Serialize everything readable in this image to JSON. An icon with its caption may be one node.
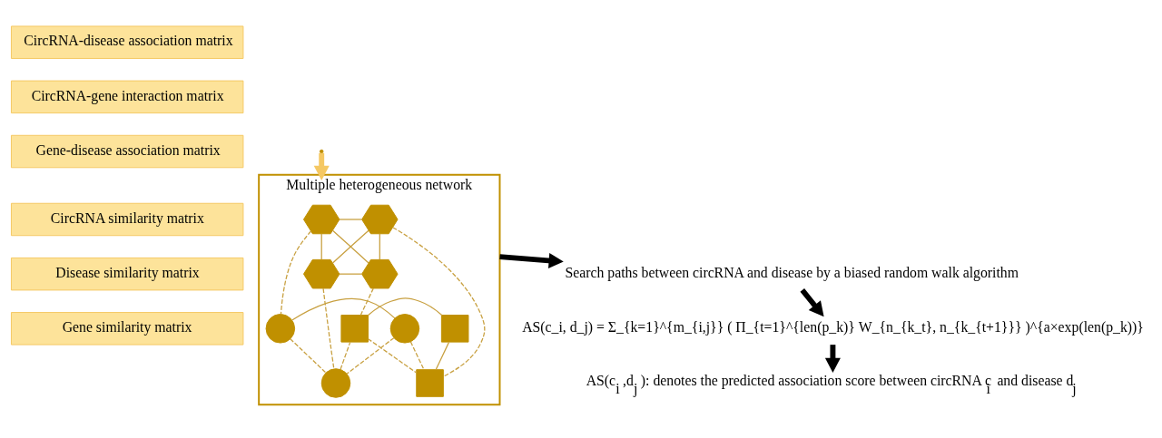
{
  "diagram": {
    "nodes": [
      {
        "text": [
          "CircRNA-disease association matrix"
        ]
      },
      {
        "text": [
          "CircRNA-gene interaction matrix"
        ]
      },
      {
        "text": [
          "Gene-disease association matrix"
        ]
      },
      {
        "text": [
          "CircRNA similarity matrix"
        ]
      },
      {
        "text": [
          "Disease similarity matrix"
        ]
      },
      {
        "text": [
          "Gene similarity matrix"
        ]
      },
      {
        "text": [
          "Multiple heterogeneous network"
        ]
      },
      {
        "text": [],
        "shape": "hexagon",
        "in": 6
      },
      {
        "text": [],
        "shape": "hexagon",
        "in": 6
      },
      {
        "text": [],
        "shape": "hexagon",
        "in": 6
      },
      {
        "text": [],
        "shape": "hexagon",
        "in": 6
      },
      {
        "text": [],
        "shape": "circle",
        "in": 6
      },
      {
        "text": [],
        "shape": "circle",
        "in": 6
      },
      {
        "text": [],
        "shape": "circle",
        "in": 6
      },
      {
        "text": [],
        "shape": "box",
        "in": 6
      },
      {
        "text": [],
        "shape": "box",
        "in": 6
      },
      {
        "text": [],
        "shape": "box",
        "in": 6
      },
      {
        "text": [
          "Search paths between circRNA and disease by a biased random walk algorithm"
        ]
      },
      {
        "text": [
          "AS(c_i, d_j) = Σ_{k=1}^{m_{i,j}} ( Π_{t=1}^{len(p_k)} W_{n_{k_t}, n_{k_{t+1}}} )^{a×exp(len(p_k))}"
        ]
      },
      {
        "text": [
          "AS(c$_{i}$,d$_{j}$): denotes the predicted association score between circRNA c$_{i}$ and disease d$_{j}$"
        ]
      }
    ],
    "edges": [
      {
        "from": null,
        "to": 6,
        "arrow": "to",
        "style": "thick",
        "color": "#f5c863"
      },
      {
        "from": 7,
        "to": 8,
        "arrow": "none"
      },
      {
        "from": 7,
        "to": 9,
        "arrow": "none"
      },
      {
        "from": 7,
        "to": 10,
        "arrow": "none"
      },
      {
        "from": 8,
        "to": 9,
        "arrow": "none"
      },
      {
        "from": 8,
        "to": 10,
        "arrow": "none"
      },
      {
        "from": 9,
        "to": 10,
        "arrow": "none"
      },
      {
        "from": 7,
        "to": 11,
        "arrow": "none",
        "style": "dashed"
      },
      {
        "from": 9,
        "to": 13,
        "arrow": "none",
        "style": "dashed"
      },
      {
        "from": 10,
        "to": 14,
        "arrow": "none",
        "style": "dashed"
      },
      {
        "from": 8,
        "to": 15,
        "arrow": "none",
        "style": "dashed"
      },
      {
        "from": 11,
        "to": 13,
        "arrow": "none",
        "style": "dashed"
      },
      {
        "from": 12,
        "to": 13,
        "arrow": "none",
        "style": "dashed"
      },
      {
        "from": 11,
        "to": 12,
        "arrow": "none"
      },
      {
        "from": 13,
        "to": 14,
        "arrow": "none",
        "style": "dashed"
      },
      {
        "from": 12,
        "to": 15,
        "arrow": "none",
        "style": "dashed"
      },
      {
        "from": 14,
        "to": 15,
        "arrow": "none",
        "style": "dashed"
      },
      {
        "from": 14,
        "to": 16,
        "arrow": "none"
      },
      {
        "from": 15,
        "to": 16,
        "arrow": "none"
      },
      {
        "from": 6,
        "to": 17,
        "arrow": "to",
        "style": "thick",
        "color": "#000000"
      },
      {
        "from": 17,
        "to": 18,
        "arrow": "to",
        "style": "thick",
        "color": "#000000"
      },
      {
        "from": 18,
        "to": 19,
        "arrow": "to",
        "style": "thick",
        "color": "#000000"
      }
    ]
  }
}
